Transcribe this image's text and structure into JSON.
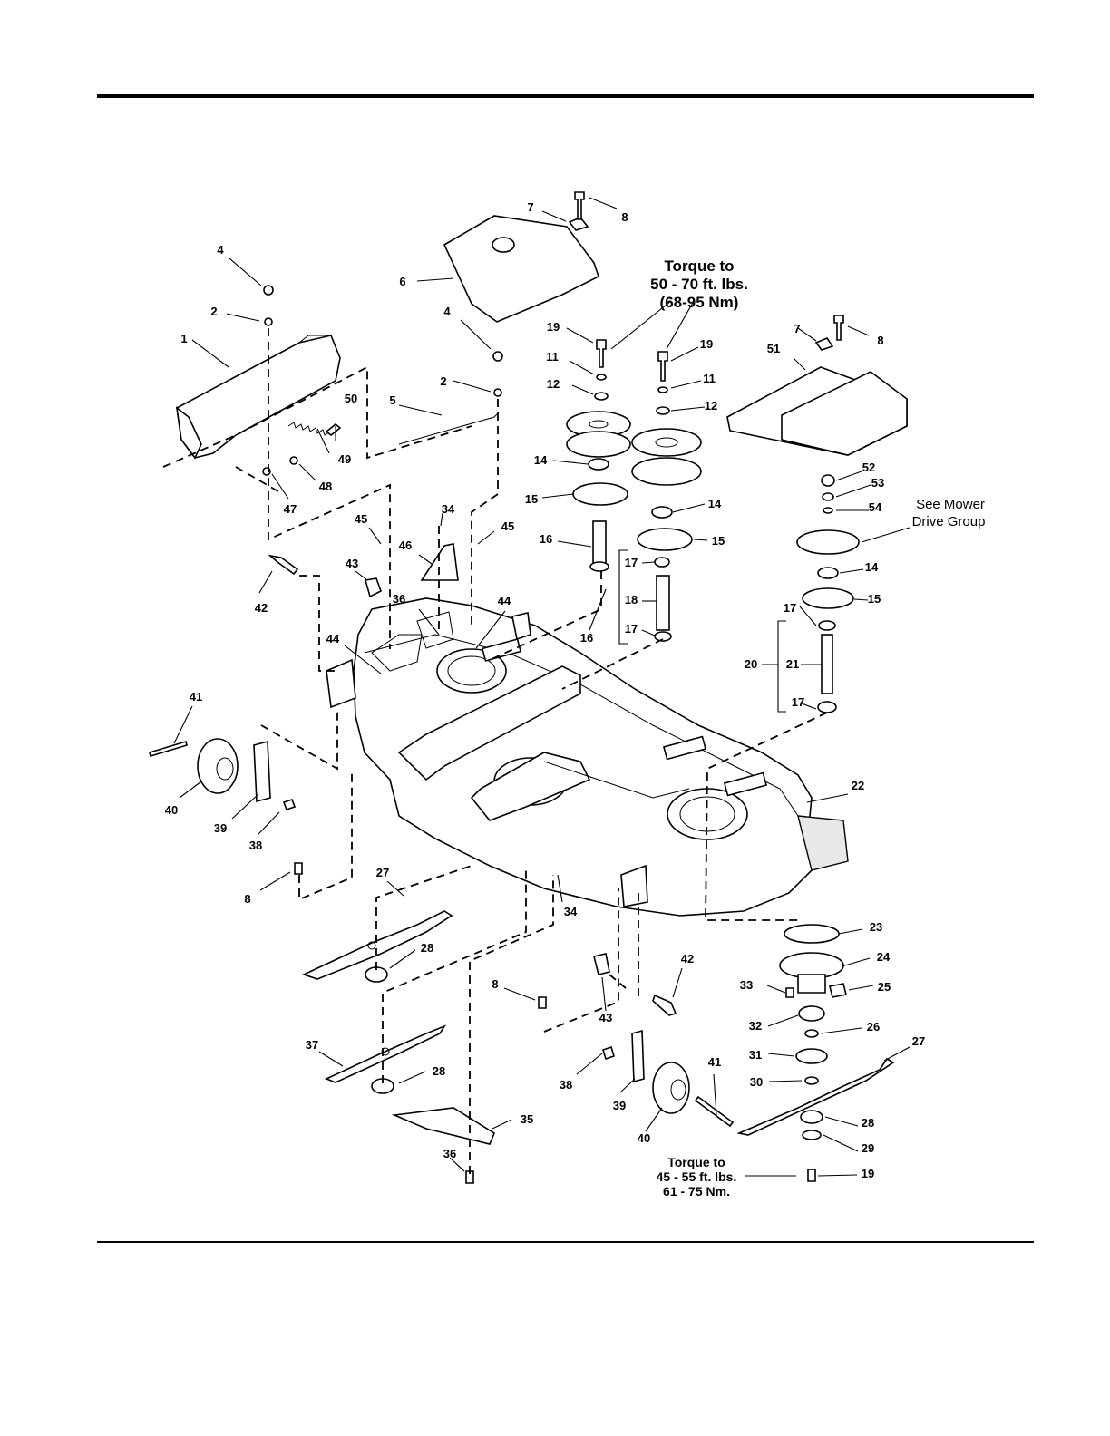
{
  "notes": {
    "torque_top_line1": "Torque to",
    "torque_top_line2": "50 - 70 ft. lbs.",
    "torque_top_line3": "(68-95 Nm)",
    "see_line1": "See Mower",
    "see_line2": "Drive Group",
    "torque_bottom_line1": "Torque to",
    "torque_bottom_line2": "45 - 55 ft. lbs.",
    "torque_bottom_line3": "61 - 75 Nm."
  },
  "callouts": [
    "1",
    "2",
    "4",
    "47",
    "48",
    "49",
    "50",
    "2",
    "4",
    "5",
    "6",
    "7",
    "8",
    "19",
    "11",
    "12",
    "14",
    "15",
    "16",
    "19",
    "11",
    "12",
    "14",
    "15",
    "17",
    "18",
    "17",
    "16",
    "7",
    "8",
    "51",
    "52",
    "53",
    "54",
    "14",
    "15",
    "17",
    "21",
    "20",
    "17",
    "22",
    "34",
    "45",
    "45",
    "46",
    "36",
    "44",
    "43",
    "42",
    "44",
    "41",
    "40",
    "39",
    "38",
    "8",
    "27",
    "34",
    "28",
    "37",
    "28",
    "35",
    "36",
    "8",
    "43",
    "42",
    "38",
    "39",
    "40",
    "41",
    "23",
    "24",
    "25",
    "33",
    "32",
    "26",
    "31",
    "30",
    "27",
    "28",
    "29",
    "19"
  ]
}
